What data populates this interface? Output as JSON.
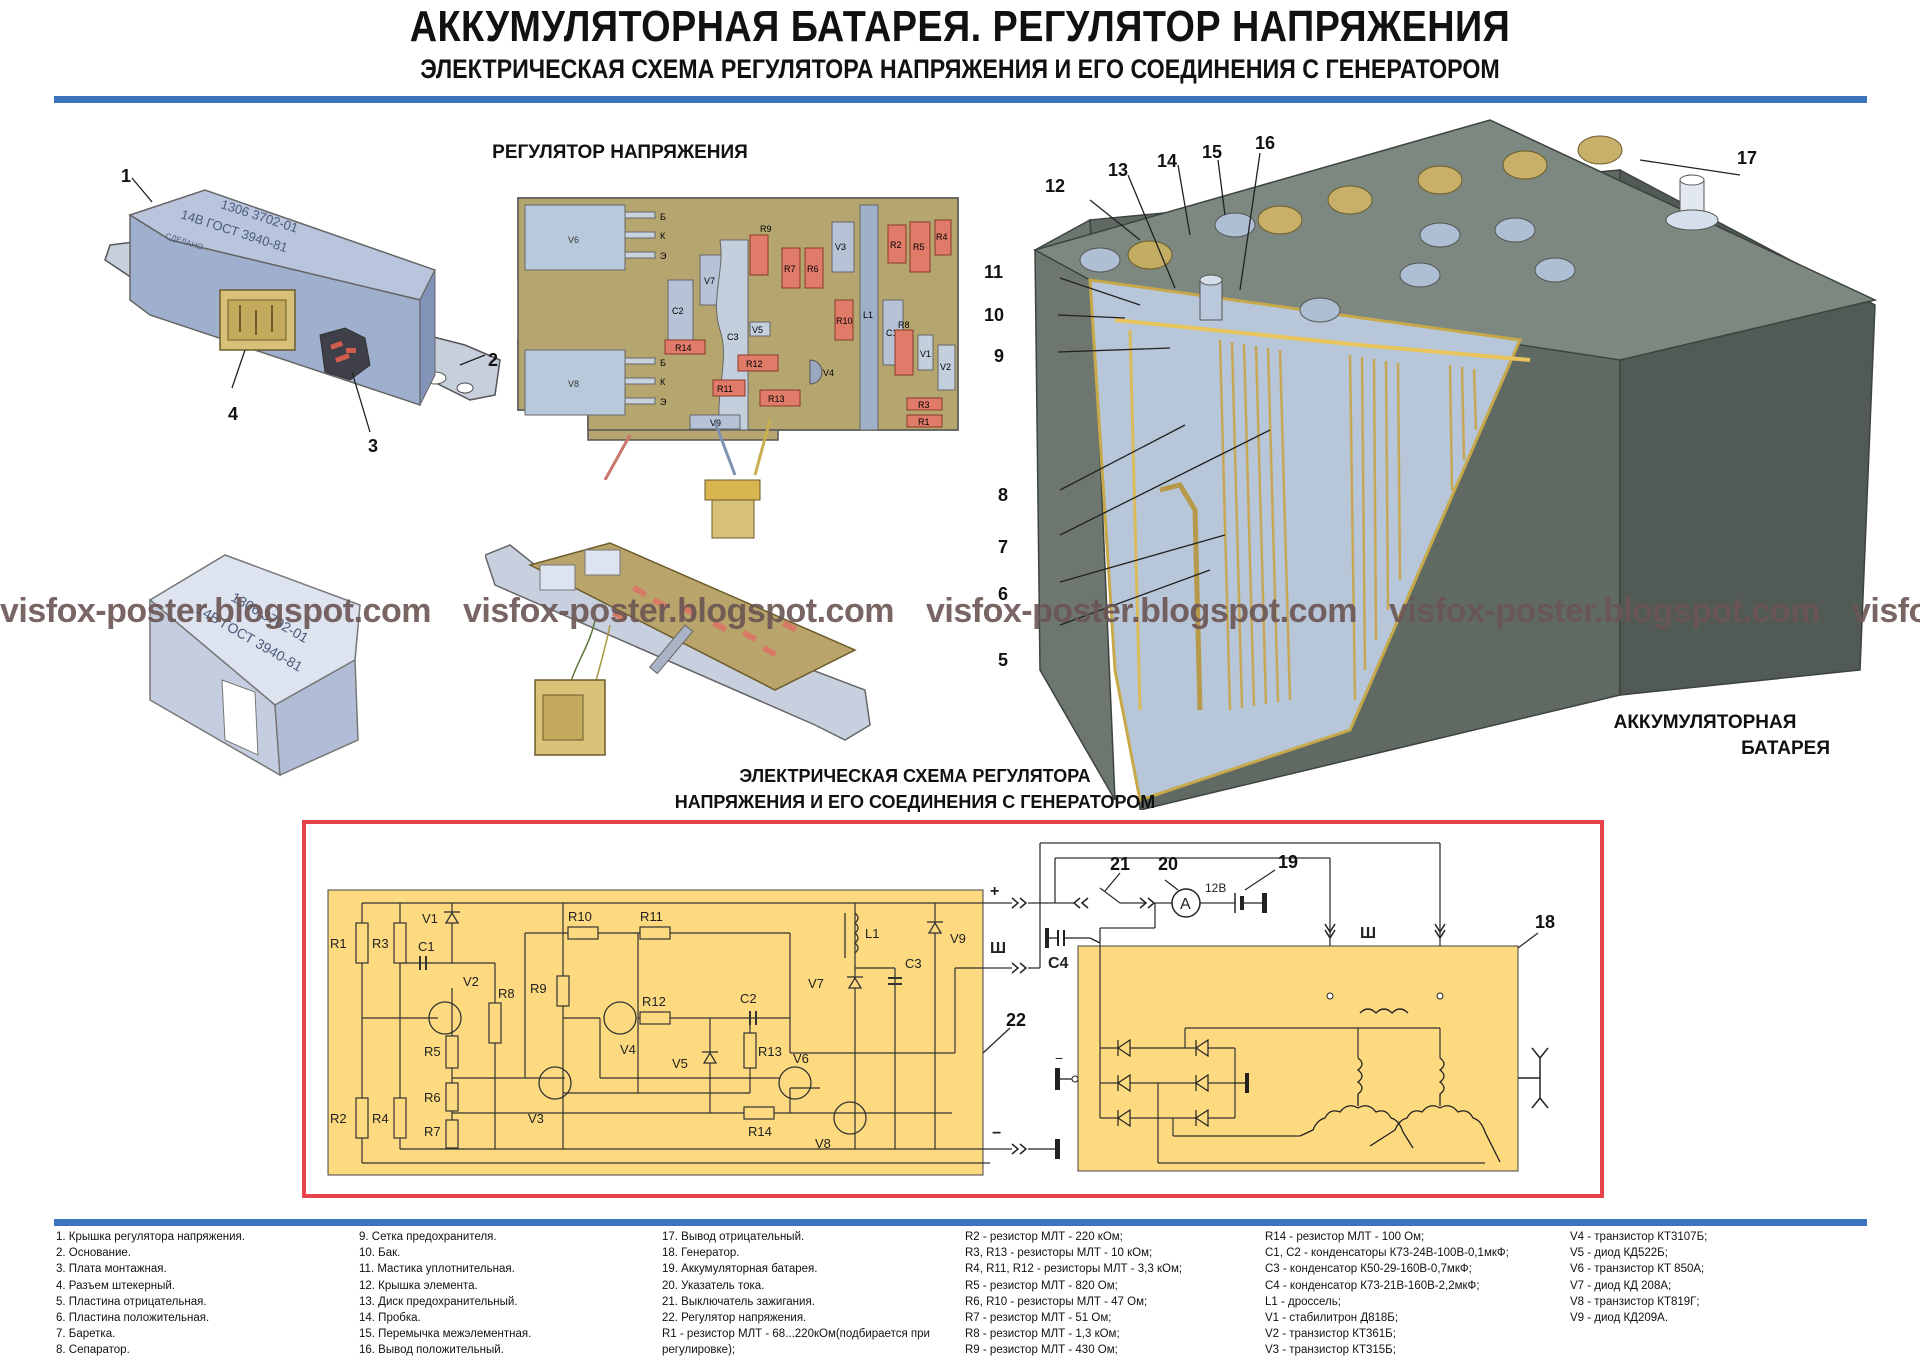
{
  "header": {
    "title": "АККУМУЛЯТОРНАЯ БАТАРЕЯ. РЕГУЛЯТОР НАПРЯЖЕНИЯ",
    "subtitle": "ЭЛЕКТРИЧЕСКАЯ СХЕМА РЕГУЛЯТОРА НАПРЯЖЕНИЯ И ЕГО СОЕДИНЕНИЯ С ГЕНЕРАТОРОМ"
  },
  "regulator_section": {
    "caption": "РЕГУЛЯТОР НАПРЯЖЕНИЯ",
    "housing_marking": [
      "1306 3702-01",
      "14В ГОСТ 3940-81",
      "СДЕЛАНО"
    ],
    "callouts": [
      "1",
      "2",
      "3",
      "4"
    ],
    "pcb_components": [
      "V6",
      "V8",
      "C2",
      "V7",
      "C3",
      "R14",
      "V5",
      "R12",
      "R11",
      "R13",
      "V9",
      "R9",
      "R7",
      "R6",
      "V3",
      "R10",
      "V4",
      "L1",
      "R2",
      "R5",
      "R4",
      "C1",
      "R8",
      "V1",
      "V2",
      "R3",
      "R1"
    ],
    "pin_labels": [
      "Б",
      "К",
      "Э"
    ]
  },
  "battery_section": {
    "caption_line1": "АККУМУЛЯТОРНАЯ",
    "caption_line2": "БАТАРЕЯ",
    "callouts": [
      "5",
      "6",
      "7",
      "8",
      "9",
      "10",
      "11",
      "12",
      "13",
      "14",
      "15",
      "16",
      "17"
    ]
  },
  "schematic_section": {
    "caption_line1": "ЭЛЕКТРИЧЕСКАЯ СХЕМА РЕГУЛЯТОРА",
    "caption_line2": "НАПРЯЖЕНИЯ И ЕГО СОЕДИНЕНИЯ С ГЕНЕРАТОРОМ",
    "regulator_labels": [
      "R1",
      "R3",
      "V1",
      "C1",
      "V2",
      "R8",
      "R5",
      "R6",
      "R7",
      "R2",
      "R4",
      "R9",
      "R10",
      "R11",
      "V4",
      "R12",
      "V5",
      "C2",
      "R13",
      "V6",
      "V3",
      "R14",
      "V8",
      "L1",
      "V7",
      "C3",
      "V9"
    ],
    "terminal_plus": "+",
    "terminal_minus": "−",
    "terminal_sh": "Ш",
    "external_labels": {
      "switch": "21",
      "ammeter": "20",
      "ammeter_symbol": "A",
      "battery": "19",
      "battery_voltage": "12В",
      "generator": "18",
      "regulator": "22",
      "capacitor": "C4",
      "field": "Ш"
    }
  },
  "watermark": "visfox-poster.blogspot.com",
  "legend": {
    "col1": [
      "1. Крышка регулятора напряжения.",
      "2. Основание.",
      "3. Плата монтажная.",
      "4. Разъем штекерный.",
      "5. Пластина отрицательная.",
      "6. Пластина положительная.",
      "7. Баретка.",
      "8. Сепаратор."
    ],
    "col2": [
      "9. Сетка предохранителя.",
      "10. Бак.",
      "11. Мастика уплотнительная.",
      "12. Крышка элемента.",
      "13. Диск предохранительный.",
      "14. Пробка.",
      "15. Перемычка межэлементная.",
      "16. Вывод положительный."
    ],
    "col3": [
      "17. Вывод отрицательный.",
      "18. Генератор.",
      "19. Аккумуляторная батарея.",
      "20. Указатель тока.",
      "21. Выключатель зажигания.",
      "22. Регулятор напряжения.",
      "R1 - резистор МЛТ - 68...220кОм(подбирается при",
      "регулировке);"
    ],
    "col4": [
      "R2 - резистор МЛТ - 220 кОм;",
      "R3, R13 - резисторы МЛТ - 10 кОм;",
      "R4, R11, R12 - резисторы МЛТ - 3,3 кОм;",
      "R5 - резистор МЛТ - 820 Ом;",
      "R6, R10 - резисторы МЛТ - 47 Ом;",
      "R7 - резистор МЛТ - 51 Ом;",
      "R8 - резистор МЛТ - 1,3 кОм;",
      "R9 - резистор МЛТ - 430 Ом;"
    ],
    "col5": [
      "R14 - резистор МЛТ - 100 Ом;",
      "C1, C2 - конденсаторы К73-24В-100В-0,1мкФ;",
      "C3 - конденсатор К50-29-160В-0,7мкФ;",
      "C4 - конденсатор К73-21В-160В-2,2мкФ;",
      "L1 - дроссель;",
      "V1 - стабилитрон Д818Б;",
      "V2 - транзистор КТ361Б;",
      "V3 - транзистор КТ315Б;"
    ],
    "col6": [
      "V4 - транзистор КТ3107Б;",
      "V5 - диод КД522Б;",
      "V6 - транзистор КТ 850А;",
      "V7 - диод КД 208А;",
      "V8 - транзистор КТ819Г;",
      "V9 - диод КД209А."
    ]
  },
  "colors": {
    "accent_blue": "#3b73bd",
    "frame_red": "#e8434a",
    "schematic_fill": "#fdd97f",
    "pcb_fill": "#c9b47a",
    "resistor_red": "#e07d6a",
    "metal_blue": "#aebfd8",
    "battery_dark": "#5d665f"
  }
}
